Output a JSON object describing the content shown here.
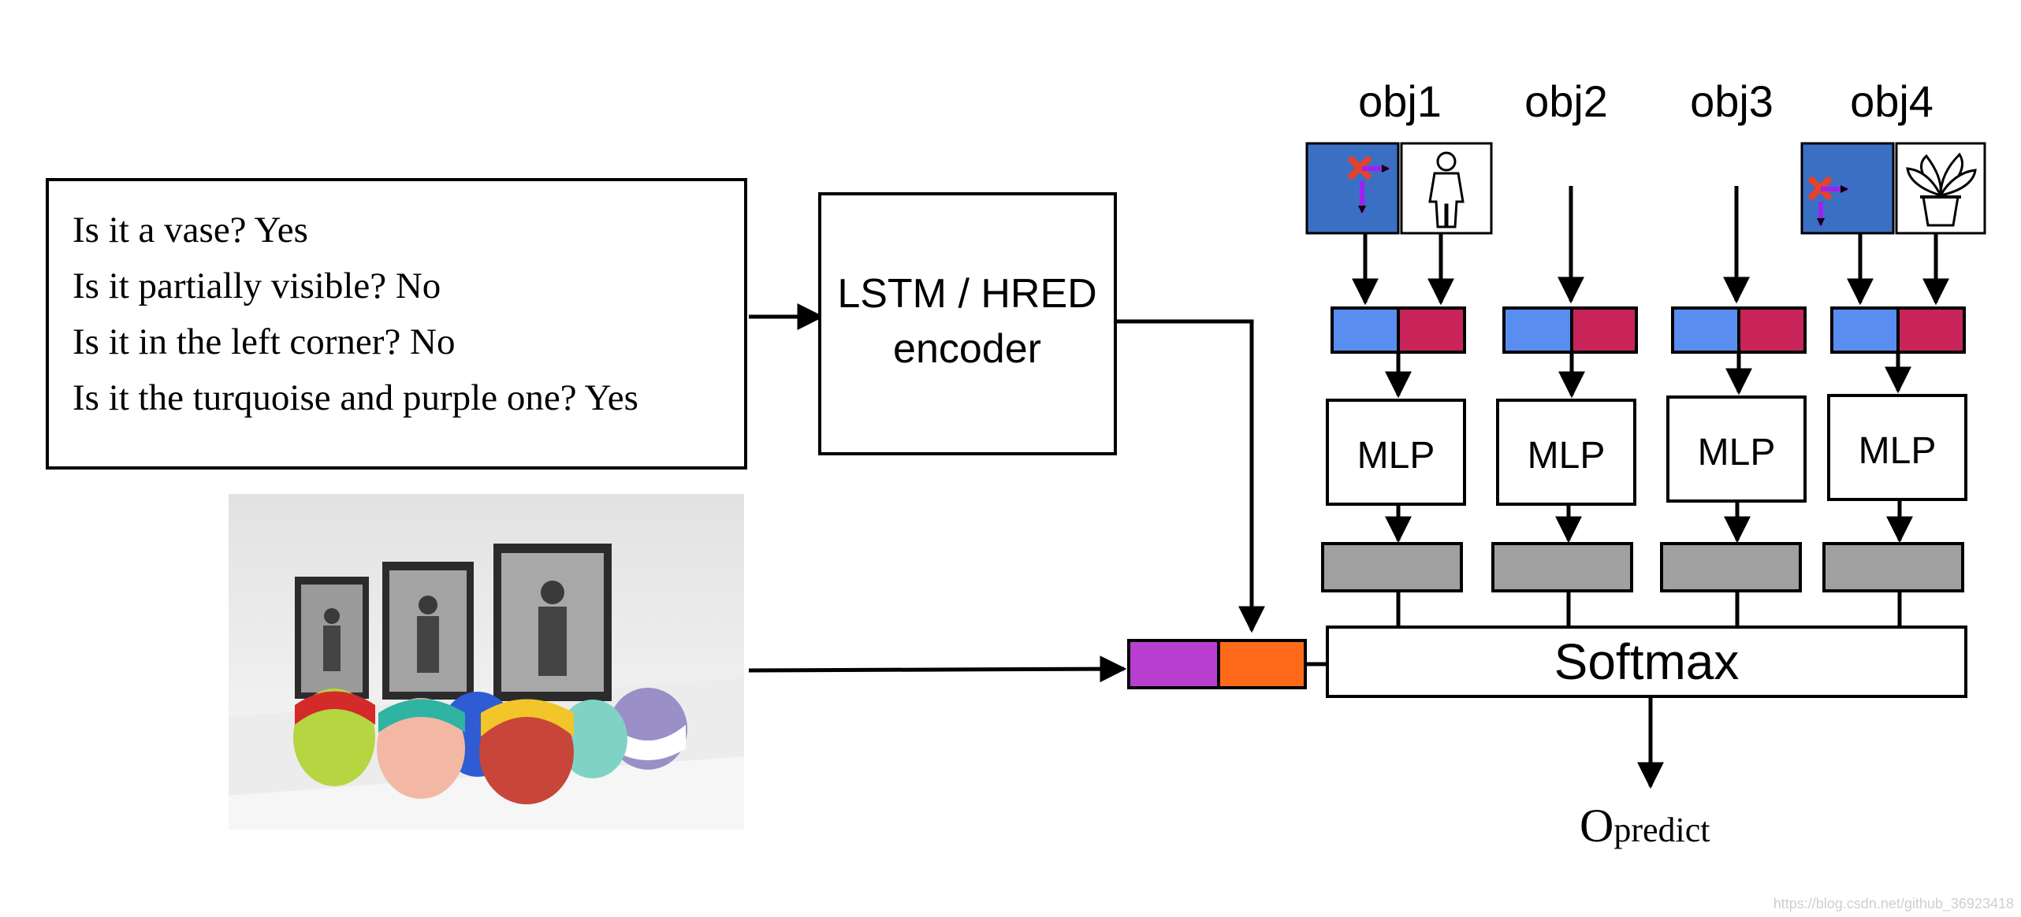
{
  "dialogue": {
    "lines": [
      "Is it a vase? Yes",
      "Is it partially visible? No",
      "Is it in the left corner? No",
      "Is it the turquoise and purple one? Yes"
    ]
  },
  "encoder": {
    "line1": "LSTM / HRED",
    "line2": "encoder"
  },
  "objects": [
    {
      "label": "obj1",
      "mlp": "MLP"
    },
    {
      "label": "obj2",
      "mlp": "MLP"
    },
    {
      "label": "obj3",
      "mlp": "MLP"
    },
    {
      "label": "obj4",
      "mlp": "MLP"
    }
  ],
  "softmax": {
    "label": "Softmax"
  },
  "output": {
    "big": "O",
    "sub": "predict"
  },
  "watermark": "https://blog.csdn.net/github_36923418",
  "colors": {
    "spatial_feature": "#5a8df0",
    "category_feature": "#c8245a",
    "mlp_output": "#a0a0a0",
    "image_feature": "#b83ed0",
    "dialogue_feature": "#ff6a1a",
    "spatial_icon": "#3a6fc4"
  }
}
